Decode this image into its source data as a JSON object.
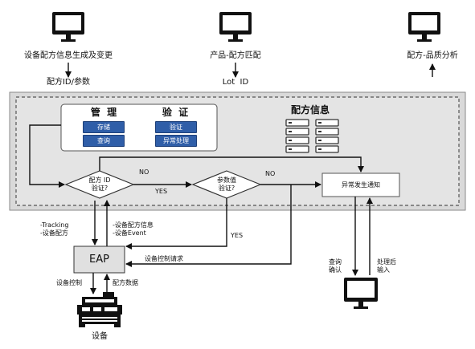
{
  "top": {
    "gen_label": "设备配方信息生成及变更",
    "gen_out": "配方ID/参数",
    "match_label": "产品-配方匹配",
    "match_out": "Lot  ID",
    "quality_label": "配方-品质分析"
  },
  "mgmt": {
    "title_manage": "管  理",
    "title_verify": "验  证",
    "btn_store": "存储",
    "btn_query": "查询",
    "btn_verify": "验证",
    "btn_exception": "异常处理"
  },
  "info_title": "配方信息",
  "decisions": {
    "recipe_id_check": "配方 ID\n验证?",
    "param_check": "参数值\n验证?"
  },
  "flow": {
    "no1": "NO",
    "yes1": "YES",
    "no2": "NO",
    "yes2": "YES",
    "exception_notice": "异常发生通知",
    "tracking": "-Tracking\n-设备配方",
    "recipe_event": "-设备配方信息\n-设备Event",
    "control_request": "设备控制请求",
    "eap": "EAP",
    "device_control": "设备控制",
    "recipe_data": "配方数据",
    "device": "设备",
    "query_confirm": "查询\n确认",
    "after_process": "处理后\n输入"
  }
}
